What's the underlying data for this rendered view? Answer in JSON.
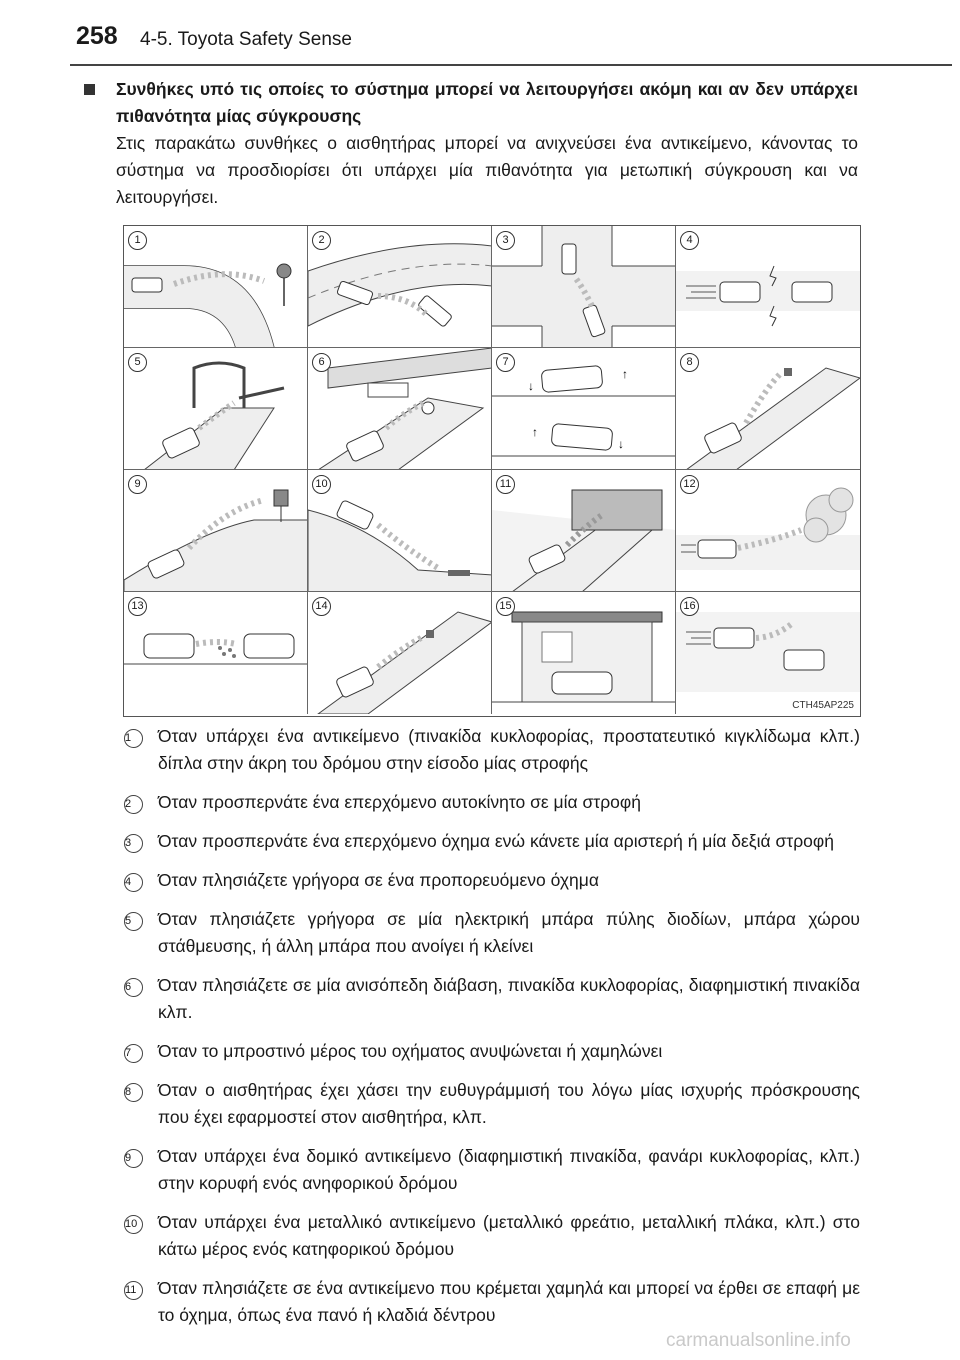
{
  "header": {
    "page_number": "258",
    "section": "4-5. Toyota Safety Sense"
  },
  "heading": "Συνθήκες υπό τις οποίες το σύστημα μπορεί να λειτουργήσει ακόμη και αν δεν υπάρχει πιθανότητα μίας σύγκρουσης",
  "intro": "Στις παρακάτω συνθήκες ο αισθητήρας μπορεί να ανιχνεύσει ένα αντικείμενο, κάνοντας το σύστημα να προσδιορίσει ότι υπάρχει μία πιθανότητα για μετωπική σύγκρουση και να λειτουργήσει.",
  "figure": {
    "code": "CTH45AP225",
    "cells": [
      "1",
      "2",
      "3",
      "4",
      "5",
      "6",
      "7",
      "8",
      "9",
      "10",
      "11",
      "12",
      "13",
      "14",
      "15",
      "16"
    ]
  },
  "items": [
    {
      "num": "1",
      "text": "Όταν υπάρχει ένα αντικείμενο (πινακίδα κυκλοφορίας, προστατευτικό κιγκλίδωμα κλπ.) δίπλα στην άκρη του δρόμου στην είσοδο μίας στροφής"
    },
    {
      "num": "2",
      "text": "Όταν προσπερνάτε ένα επερχόμενο αυτοκίνητο σε μία στροφή"
    },
    {
      "num": "3",
      "text": "Όταν προσπερνάτε ένα επερχόμενο όχημα ενώ κάνετε μία αριστερή ή μία δεξιά στροφή"
    },
    {
      "num": "4",
      "text": "Όταν πλησιάζετε γρήγορα σε ένα προπορευόμενο όχημα"
    },
    {
      "num": "5",
      "text": "Όταν πλησιάζετε γρήγορα σε μία ηλεκτρική μπάρα πύλης διοδίων, μπάρα χώρου στάθμευσης, ή άλλη μπάρα που ανοίγει ή κλείνει"
    },
    {
      "num": "6",
      "text": "Όταν πλησιάζετε σε μία ανισόπεδη διάβαση, πινακίδα κυκλοφορίας, διαφημιστική πινακίδα κλπ."
    },
    {
      "num": "7",
      "text": "Όταν το μπροστινό μέρος του οχήματος ανυψώνεται ή χαμηλώνει"
    },
    {
      "num": "8",
      "text": "Όταν ο αισθητήρας έχει χάσει την ευθυγράμμισή του λόγω μίας ισχυρής πρόσκρουσης που έχει εφαρμοστεί στον αισθητήρα, κλπ."
    },
    {
      "num": "9",
      "text": "Όταν υπάρχει ένα δομικό αντικείμενο (διαφημιστική πινακίδα, φανάρι κυκλοφορίας, κλπ.) στην κορυφή ενός ανηφορικού δρόμου"
    },
    {
      "num": "10",
      "text": "Όταν υπάρχει ένα μεταλλικό αντικείμενο (μεταλλικό φρεάτιο, μεταλλική πλάκα, κλπ.) στο κάτω μέρος ενός κατηφορικού δρόμου"
    },
    {
      "num": "11",
      "text": "Όταν πλησιάζετε σε ένα αντικείμενο που κρέμεται χαμηλά και μπορεί να έρθει σε επαφή με το όχημα, όπως ένα πανό ή κλαδιά δέντρου"
    }
  ],
  "watermark": "carmanualsonline.info"
}
